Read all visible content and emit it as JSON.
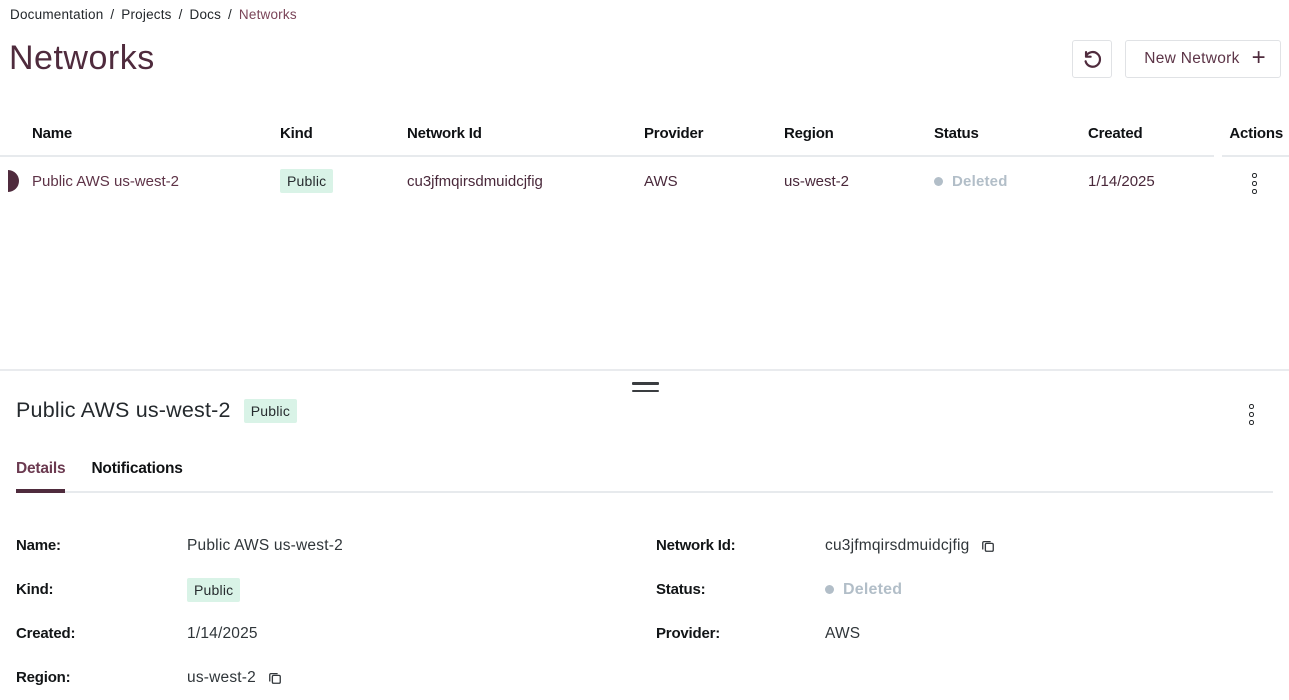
{
  "colors": {
    "accent": "#4f2b3d",
    "breadcrumb_link": "#7a4458",
    "badge_bg": "#d9f3e7",
    "status_muted": "#b2bec8",
    "border": "#e7eaed"
  },
  "breadcrumb": {
    "separator": "/",
    "items": [
      "Documentation",
      "Projects",
      "Docs"
    ],
    "current": "Networks"
  },
  "page": {
    "title": "Networks"
  },
  "toolbar": {
    "refresh_icon": "refresh",
    "new_network_label": "New Network",
    "plus_icon": "+"
  },
  "table": {
    "columns": [
      "Name",
      "Kind",
      "Network Id",
      "Provider",
      "Region",
      "Status",
      "Created",
      "Actions"
    ],
    "rows": [
      {
        "name": "Public AWS us-west-2",
        "kind": "Public",
        "network_id": "cu3jfmqirsdmuidcjfig",
        "provider": "AWS",
        "region": "us-west-2",
        "status": "Deleted",
        "created": "1/14/2025"
      }
    ]
  },
  "drawer": {
    "title": "Public AWS us-west-2",
    "badge": "Public",
    "tabs": [
      {
        "label": "Details",
        "active": true
      },
      {
        "label": "Notifications",
        "active": false
      }
    ],
    "fields_left": [
      {
        "label": "Name:",
        "value": "Public AWS us-west-2"
      },
      {
        "label": "Kind:",
        "value": "Public"
      },
      {
        "label": "Created:",
        "value": "1/14/2025"
      },
      {
        "label": "Region:",
        "value": "us-west-2"
      }
    ],
    "fields_right": [
      {
        "label": "Network Id:",
        "value": "cu3jfmqirsdmuidcjfig"
      },
      {
        "label": "Status:",
        "value": "Deleted"
      },
      {
        "label": "Provider:",
        "value": "AWS"
      }
    ]
  }
}
